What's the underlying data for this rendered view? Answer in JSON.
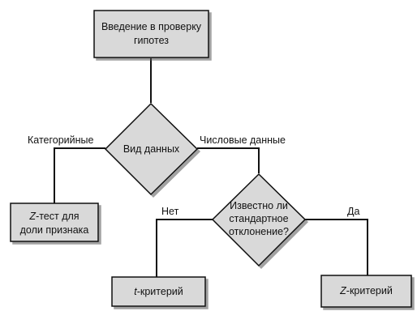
{
  "nodes": {
    "intro": {
      "line1": "Введение в проверку",
      "line2": "гипотез"
    },
    "data_type": {
      "text": "Вид данных"
    },
    "z_test": {
      "line1_prefix": "Z",
      "line1_rest": "-тест для",
      "line2": "доли признака"
    },
    "std_known": {
      "line1": "Известно ли",
      "line2": "стандартное",
      "line3": "отклонение?"
    },
    "t_criterion": {
      "prefix": "t",
      "rest": "-критерий"
    },
    "z_criterion": {
      "prefix": "Z",
      "rest": "-критерий"
    }
  },
  "edges": {
    "categorical": "Категорийные",
    "numeric": "Числовые данные",
    "no": "Нет",
    "yes": "Да"
  },
  "colors": {
    "fill": "#d9d9d9",
    "stroke": "#111111",
    "line": "#111111"
  }
}
